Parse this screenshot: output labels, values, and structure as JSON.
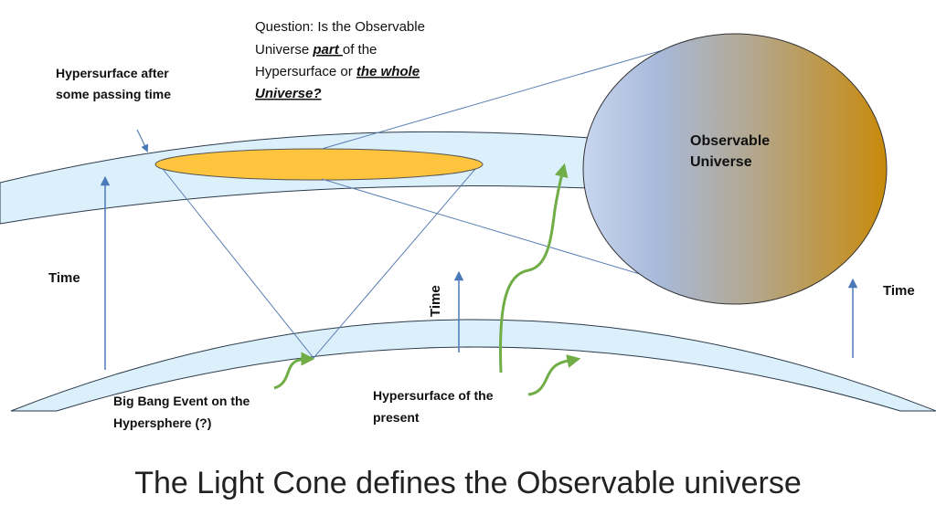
{
  "colors": {
    "band_fill": "#dcf0fb",
    "band_stroke": "#2b3a4a",
    "disc_fill": "#ffc43d",
    "disc_stroke": "#555555",
    "arrow_blue": "#4a78b8",
    "arrow_green": "#70ad47",
    "line_blue": "#5b7fb3",
    "sphere_left": "#b4c7e7",
    "sphere_mid": "#a8b9da",
    "sphere_right": "#c88a0a"
  },
  "labels": {
    "question_line1": "Question: Is the Observable",
    "question_line2_pre": "Universe ",
    "question_part": "part ",
    "question_line2_post": "of the",
    "question_line3_pre": "Hypersurface or ",
    "question_whole": "the whole",
    "question_line4": "Universe?",
    "hypersurface_after_line1": "Hypersurface after",
    "hypersurface_after_line2": "some passing time",
    "observable_line1": "Observable",
    "observable_line2": "Universe",
    "time_left": "Time",
    "time_center": "Time",
    "time_right": "Time",
    "big_bang_line1": "Big Bang Event on the",
    "big_bang_line2": "Hypersphere (?)",
    "hypersurface_present_line1": "Hypersurface of the",
    "hypersurface_present_line2": "present",
    "caption": "The Light Cone defines the Observable universe"
  }
}
